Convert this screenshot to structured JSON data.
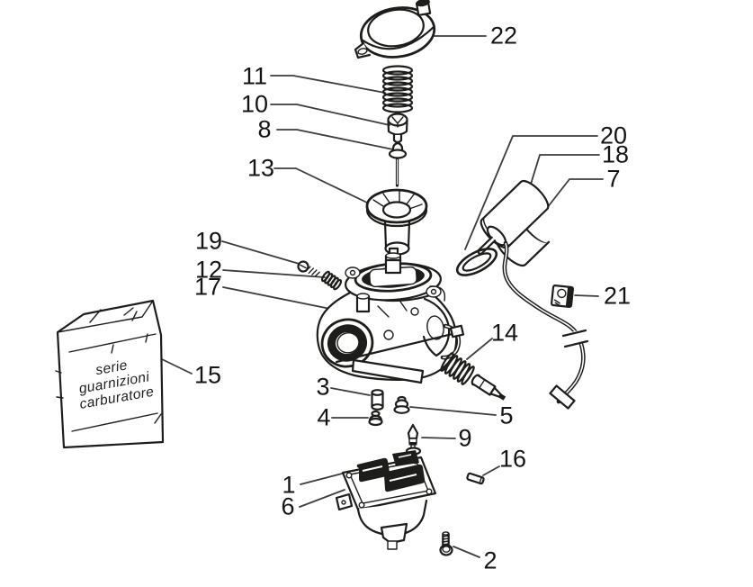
{
  "diagram": {
    "type": "exploded-parts-diagram",
    "background_color": "#ffffff",
    "line_color": "#1d1d1b",
    "label_color": "#141414",
    "callouts": {
      "c22": "22",
      "c11": "11",
      "c10": "10",
      "c8": "8",
      "c13": "13",
      "c20": "20",
      "c18": "18",
      "c7": "7",
      "c19": "19",
      "c12": "12",
      "c17": "17",
      "c21": "21",
      "c14": "14",
      "c15": "15",
      "c3": "3",
      "c4": "4",
      "c5": "5",
      "c9": "9",
      "c16": "16",
      "c1": "1",
      "c6": "6",
      "c2": "2"
    },
    "bag": {
      "lines": [
        "serie",
        "guarnizioni",
        "carburatore"
      ]
    }
  }
}
